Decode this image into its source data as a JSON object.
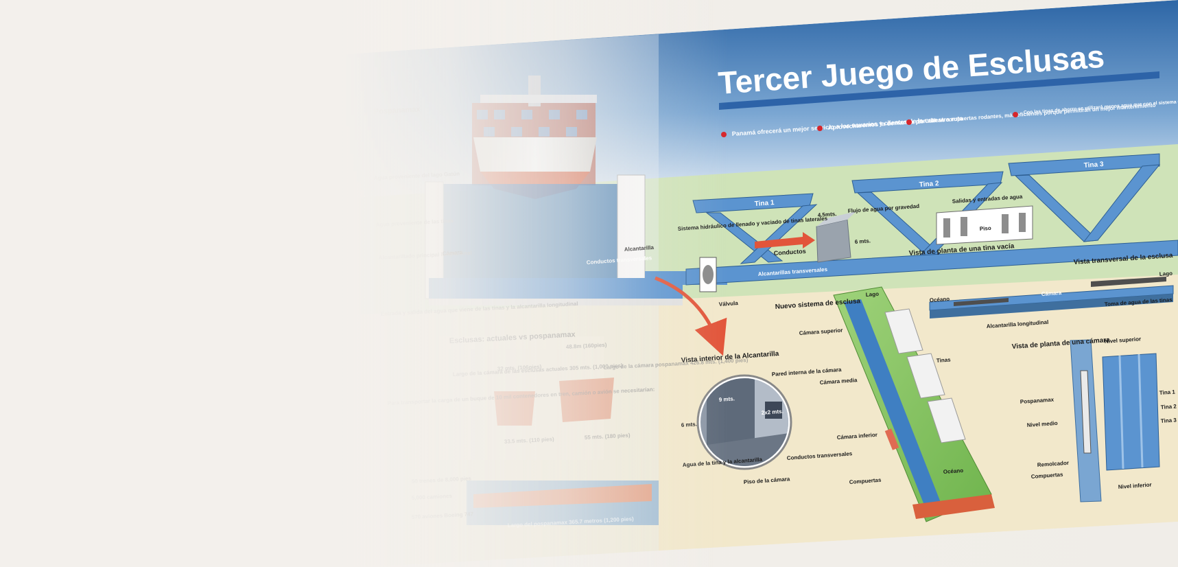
{
  "title": "Tercer Juego de Esclusas",
  "bullets": [
    "Panamá ofrecerá un mejor servicio a los usuarios y clientes de la ruta",
    "Aprovecharemos la demanda por nuestra ruta",
    "Se utilizan compuertas rodantes, más eficientes porque permitirán un mejor mantenimiento",
    "Con las tinas de ahorro se utilizará menos agua que con el sistema de las esclusas actuales, ya que con ellas ahorraremos el 60% del agua utilizada"
  ],
  "tinas": [
    "Tina 1",
    "Tina 2",
    "Tina 3"
  ],
  "top_labels": {
    "sistema": "Sistema hidráulico de llenado y vaciado de tinas laterales",
    "flujo": "Flujo de agua por gravedad",
    "salidas": "Salidas y entradas de agua",
    "piso": "Piso",
    "vista_planta_tina": "Vista de planta de una tina vacía",
    "conductos": "Conductos",
    "dim_45": "4.5mts.",
    "dim_6": "6 mts.",
    "alcantarillas": "Alcantarillas transversales",
    "valvula": "Válvula",
    "alcantarilla": "Alcantarilla",
    "conductos_transversales": "Conductos transversales",
    "camara_left": "Cámara"
  },
  "faded_left": {
    "pospanamax": "Pospanamax",
    "agua_lago": "Agua proveniente del lago Gatún",
    "agua_tinas": "Agua proveniente de las tinas",
    "alcantarilla_principal": "Alcantarillado principal longitudinal",
    "entrada_salida": "Entrada y salida del agua que viene de las tinas y la alcantarilla longitudinal",
    "esclusas_title": "Esclusas: actuales vs pospanamax",
    "largo_camara_actual": "Largo de la cámara de las esclusas actuales 305 mts. (1,000 pies)",
    "w32": "32 mts. (106pies)",
    "w48": "48.8m (160pies)",
    "largo_camara_pospanamax": "Largo de la cámara pospanamax 426.8 mts. (1,400 pies)",
    "d335": "33.5 mts. (110 pies)",
    "d55": "55 mts. (180 pies)",
    "transportar": "Para transportar la carga de un buque de 10 mil contenedores en tren, camión o avión se necesitarían:",
    "trenes": "50 trenes de 8,000 pies",
    "camiones": "5,000 camiones",
    "aviones": "570 aviones Boeing 747",
    "largo_pospanamax": "Largo del pospanamax 365.7 metros (1,200 pies)"
  },
  "interior": {
    "title": "Vista interior de la Alcantarilla",
    "pared": "Pared interna de la cámara",
    "nine": "9 mts.",
    "six": "6 mts.",
    "twoxtwo": "2x2 mts.",
    "agua_tina": "Agua de la tina y la alcantarilla",
    "piso_camara": "Piso de la cámara",
    "conductos": "Conductos transversales"
  },
  "nuevo": {
    "title": "Nuevo sistema de esclusa",
    "lago": "Lago",
    "camara_superior": "Cámara superior",
    "camara_media": "Cámara media",
    "camara_inferior": "Cámara inferior",
    "tinas": "Tinas",
    "compuertas": "Compuertas",
    "oceano": "Océano"
  },
  "transversal": {
    "title": "Vista transversal de la esclusa",
    "lago": "Lago",
    "oceano": "Océano",
    "camara": "Cámara",
    "toma": "Toma de agua de las tinas",
    "alcantarilla_long": "Alcantarilla longitudinal"
  },
  "planta": {
    "title": "Vista de planta de una cámara",
    "nivel_superior": "Nivel superior",
    "pospanamax": "Pospanamax",
    "nivel_medio": "Nivel medio",
    "remolcador": "Remolcador",
    "compuertas": "Compuertas",
    "nivel_inferior": "Nivel inferior",
    "tina1": "Tina 1",
    "tina2": "Tina 2",
    "tina3": "Tina 3"
  },
  "colors": {
    "blue_header": "#2f6aa8",
    "water": "#4a86c6",
    "channel": "#5b94d0",
    "grass": "#c9dfb1",
    "sand": "#f1e6c7",
    "bullet_red": "#d6262c",
    "arrow_orange": "#e2553a"
  }
}
